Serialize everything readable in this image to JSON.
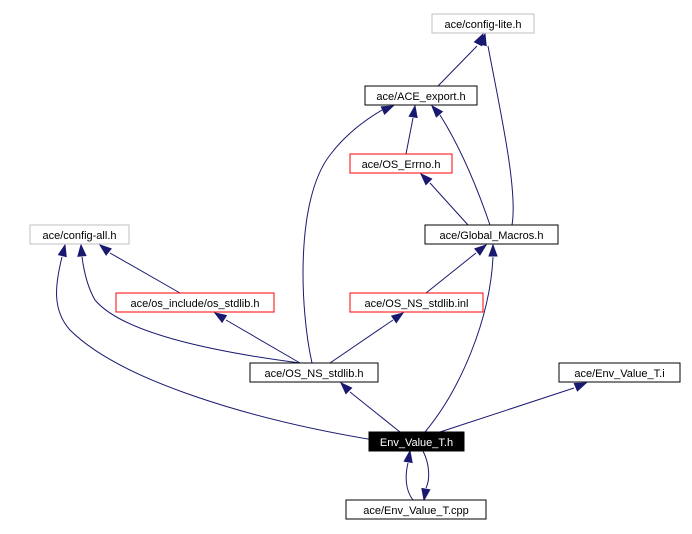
{
  "colors": {
    "edge": "#191970",
    "border_normal": "#000000",
    "border_missing": "#bfbfbf",
    "border_truncated": "#ff0000",
    "root_fill": "#000000",
    "root_text": "#ffffff",
    "text": "#000000"
  },
  "nodes": {
    "config_lite": {
      "label": "ace/config-lite.h",
      "style": "missing"
    },
    "ace_export": {
      "label": "ace/ACE_export.h",
      "style": "normal"
    },
    "os_errno": {
      "label": "ace/OS_Errno.h",
      "style": "truncated"
    },
    "config_all": {
      "label": "ace/config-all.h",
      "style": "missing"
    },
    "global_macros": {
      "label": "ace/Global_Macros.h",
      "style": "normal"
    },
    "os_include_stdlib": {
      "label": "ace/os_include/os_stdlib.h",
      "style": "truncated"
    },
    "os_ns_stdlib_inl": {
      "label": "ace/OS_NS_stdlib.inl",
      "style": "truncated"
    },
    "os_ns_stdlib": {
      "label": "ace/OS_NS_stdlib.h",
      "style": "normal"
    },
    "env_value_t_i": {
      "label": "ace/Env_Value_T.i",
      "style": "normal"
    },
    "env_value_t_h": {
      "label": "Env_Value_T.h",
      "style": "root"
    },
    "env_value_t_cpp": {
      "label": "ace/Env_Value_T.cpp",
      "style": "normal"
    }
  },
  "edges": [
    {
      "from": "ace_export",
      "to": "config_lite"
    },
    {
      "from": "global_macros",
      "to": "config_lite"
    },
    {
      "from": "os_errno",
      "to": "ace_export"
    },
    {
      "from": "global_macros",
      "to": "ace_export"
    },
    {
      "from": "os_ns_stdlib",
      "to": "ace_export"
    },
    {
      "from": "global_macros",
      "to": "os_errno"
    },
    {
      "from": "os_include_stdlib",
      "to": "config_all"
    },
    {
      "from": "os_ns_stdlib",
      "to": "config_all"
    },
    {
      "from": "env_value_t_h",
      "to": "config_all"
    },
    {
      "from": "os_ns_stdlib_inl",
      "to": "global_macros"
    },
    {
      "from": "env_value_t_h",
      "to": "global_macros"
    },
    {
      "from": "os_ns_stdlib",
      "to": "os_include_stdlib"
    },
    {
      "from": "os_ns_stdlib",
      "to": "os_ns_stdlib_inl"
    },
    {
      "from": "env_value_t_h",
      "to": "os_ns_stdlib"
    },
    {
      "from": "env_value_t_h",
      "to": "env_value_t_i"
    },
    {
      "from": "env_value_t_cpp",
      "to": "env_value_t_h"
    },
    {
      "from": "env_value_t_h",
      "to": "env_value_t_cpp"
    }
  ]
}
